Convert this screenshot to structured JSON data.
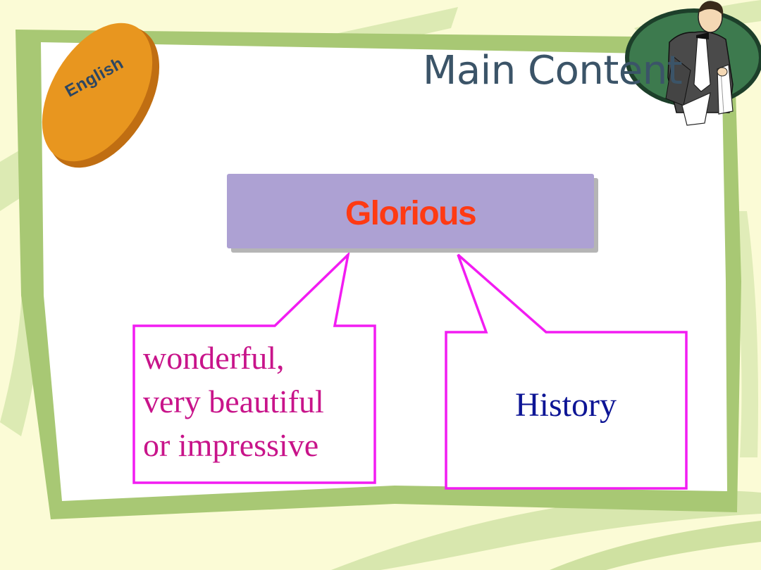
{
  "slide": {
    "title": "Main Content",
    "badge_label": "English",
    "keyword": "Glorious",
    "definition_lines": [
      "wonderful,",
      "very beautiful",
      "or impressive"
    ],
    "related_topic": "History"
  },
  "colors": {
    "background": "#fbfbd6",
    "frame_green": "#a8c874",
    "title": "#3b5468",
    "badge_orange": "#e8961f",
    "keyword_box": "#ada1d3",
    "keyword_text": "#ff3a13",
    "callout_border": "#f21cf2",
    "definition_text": "#c8148a",
    "topic_text": "#0d1595"
  },
  "icons": [
    "orange-badge-icon",
    "waiter-clipart-icon"
  ]
}
